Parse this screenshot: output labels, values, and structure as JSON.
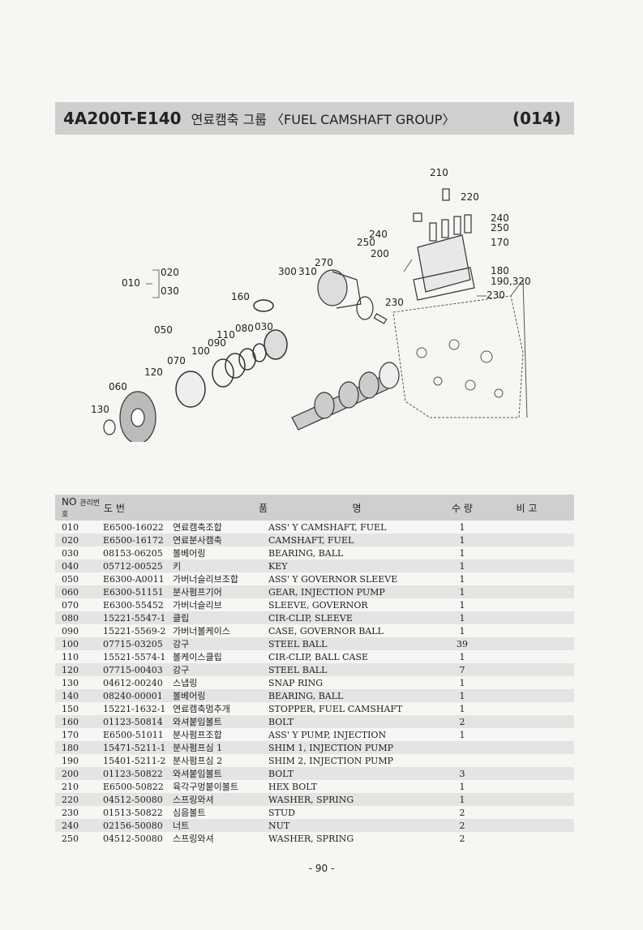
{
  "header": {
    "code": "4A200T-E140",
    "title": "연료캠축 그룹 〈FUEL CAMSHAFT GROUP〉",
    "number": "(014)"
  },
  "diagram_labels": {
    "l210": "210",
    "l220": "220",
    "l240a": "240",
    "l250a": "250",
    "l170": "170",
    "l240b": "240",
    "l250b": "250",
    "l200": "200",
    "l270": "270",
    "l300": "300",
    "l310": "310",
    "l180": "180",
    "l190_320": "190,320",
    "l230a": "230",
    "l230b": "230",
    "l010": "010",
    "l020": "020",
    "l030a": "030",
    "l160": "160",
    "l050": "050",
    "l110": "110",
    "l080": "080",
    "l030b": "030",
    "l090": "090",
    "l100": "100",
    "l070": "070",
    "l120": "120",
    "l060": "060",
    "l130": "130"
  },
  "table": {
    "headers": {
      "no": "NO",
      "mgmt": "관리번호",
      "part_no": "도 번",
      "name_kr": "품",
      "name_en": "명",
      "qty": "수 량",
      "remarks": "비 고"
    },
    "rows": [
      {
        "no": "010",
        "part": "E6500-16022",
        "kr": "연료캠축조합",
        "en": "ASS' Y CAMSHAFT, FUEL",
        "qty": "1"
      },
      {
        "no": "020",
        "part": "E6500-16172",
        "kr": "연료분사캠축",
        "en": "CAMSHAFT, FUEL",
        "qty": "1"
      },
      {
        "no": "030",
        "part": "08153-06205",
        "kr": "볼베어링",
        "en": "BEARING, BALL",
        "qty": "1"
      },
      {
        "no": "040",
        "part": "05712-00525",
        "kr": "키",
        "en": "KEY",
        "qty": "1"
      },
      {
        "no": "050",
        "part": "E6300-A0011",
        "kr": "가버너슬리브조합",
        "en": "ASS' Y GOVERNOR SLEEVE",
        "qty": "1"
      },
      {
        "no": "060",
        "part": "E6300-51151",
        "kr": "분사펌프기어",
        "en": "GEAR, INJECTION PUMP",
        "qty": "1"
      },
      {
        "no": "070",
        "part": "E6300-55452",
        "kr": "가버너슬리브",
        "en": "SLEEVE, GOVERNOR",
        "qty": "1"
      },
      {
        "no": "080",
        "part": "15221-5547-1",
        "kr": "클립",
        "en": "CIR-CLIP, SLEEVE",
        "qty": "1"
      },
      {
        "no": "090",
        "part": "15221-5569-2",
        "kr": "가버너볼케이스",
        "en": "CASE, GOVERNOR BALL",
        "qty": "1"
      },
      {
        "no": "100",
        "part": "07715-03205",
        "kr": "강구",
        "en": "STEEL BALL",
        "qty": "39"
      },
      {
        "no": "110",
        "part": "15521-5574-1",
        "kr": "볼케이스클립",
        "en": "CIR-CLIP, BALL CASE",
        "qty": "1"
      },
      {
        "no": "120",
        "part": "07715-00403",
        "kr": "강구",
        "en": "STEEL BALL",
        "qty": "7"
      },
      {
        "no": "130",
        "part": "04612-00240",
        "kr": "스냅링",
        "en": "SNAP RING",
        "qty": "1"
      },
      {
        "no": "140",
        "part": "08240-00001",
        "kr": "볼베어링",
        "en": "BEARING, BALL",
        "qty": "1"
      },
      {
        "no": "150",
        "part": "15221-1632-1",
        "kr": "연료캠축멈추개",
        "en": "STOPPER, FUEL CAMSHAFT",
        "qty": "1"
      },
      {
        "no": "160",
        "part": "01123-50814",
        "kr": "와셔붙임볼트",
        "en": "BOLT",
        "qty": "2"
      },
      {
        "no": "170",
        "part": "E6500-51011",
        "kr": "분사펌프조합",
        "en": "ASS' Y PUMP, INJECTION",
        "qty": "1"
      },
      {
        "no": "180",
        "part": "15471-5211-1",
        "kr": "분사펌프심 1",
        "en": "SHIM 1, INJECTION PUMP",
        "qty": ""
      },
      {
        "no": "190",
        "part": "15401-5211-2",
        "kr": "분사펌프심 2",
        "en": "SHIM 2, INJECTION PUMP",
        "qty": ""
      },
      {
        "no": "200",
        "part": "01123-50822",
        "kr": "와셔붙임볼트",
        "en": "BOLT",
        "qty": "3"
      },
      {
        "no": "210",
        "part": "E6500-50822",
        "kr": "육각구멍붙이볼트",
        "en": "HEX BOLT",
        "qty": "1"
      },
      {
        "no": "220",
        "part": "04512-50080",
        "kr": "스프링와셔",
        "en": "WASHER, SPRING",
        "qty": "1"
      },
      {
        "no": "230",
        "part": "01513-50822",
        "kr": "심음볼트",
        "en": "STUD",
        "qty": "2"
      },
      {
        "no": "240",
        "part": "02156-50080",
        "kr": "너트",
        "en": "NUT",
        "qty": "2"
      },
      {
        "no": "250",
        "part": "04512-50080",
        "kr": "스프링와셔",
        "en": "WASHER, SPRING",
        "qty": "2"
      }
    ]
  },
  "footer": {
    "page": "- 90 -"
  }
}
